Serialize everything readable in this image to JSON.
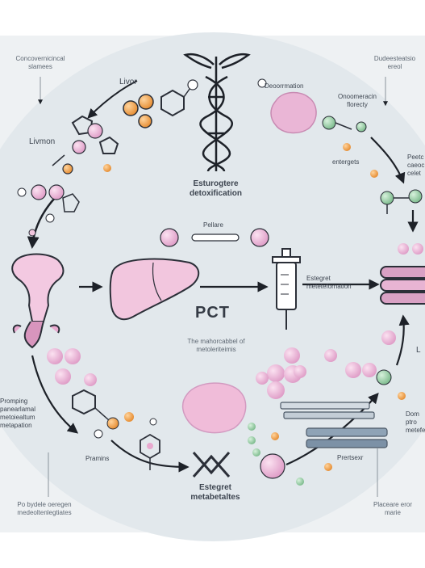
{
  "labels": {
    "top_left_note": "Concovernicincal\nslamees",
    "liver_top": "Livor",
    "livmon": "Livmon",
    "center_title": "Esturogtere\ndetoxification",
    "desorrmation": "Deoorrmation",
    "oncomeracin": "Onoomeracin\nflorecty",
    "entergets": "entergets",
    "top_right_note": "Dudeesteatsio\nereol",
    "right_edge_1": "Peetc\ncaeoc\ncelet",
    "pellare": "Pellare",
    "pct": "PCT",
    "estegret_metafo": "Estegret\nmetetefornation",
    "mahorc_caption": "The mahorcabbel of\nmetoleriteimis",
    "right_edge_L": "L",
    "left_bottom_text": "Promping\npanearlamal\nmetoiealtum\nmetapation",
    "right_bottom_text": "Dom\nptro\nmetefe",
    "pramins": "Pramins",
    "prertsexr": "Prertsexr",
    "estegret_metabol": "Estegret\nmetabetaltes",
    "footer_left": "Po bydele oeregen\nmedeoltenlegtiates",
    "footer_right": "Placeare eror\nmarie"
  },
  "colors": {
    "background": "#eef1f3",
    "circle": "#dfe5e9",
    "pink": "#e8a9cf",
    "pink_dark": "#c97fb0",
    "orange": "#e88f3a",
    "green": "#7fbf8e",
    "outline": "#2b2f38",
    "arrow": "#1d2128"
  }
}
